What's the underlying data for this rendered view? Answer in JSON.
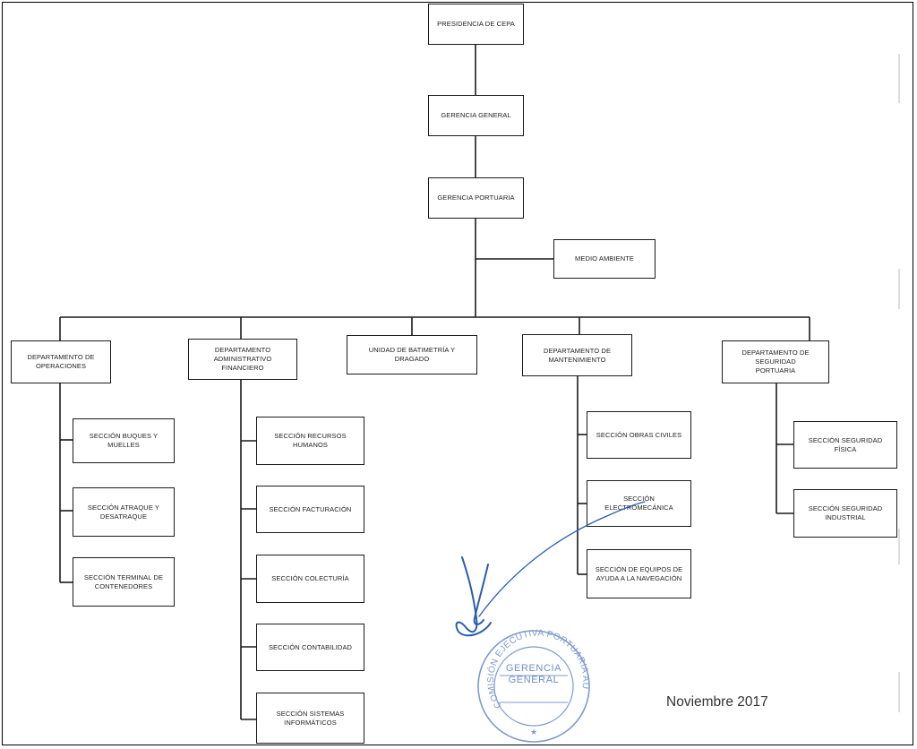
{
  "chart": {
    "presidencia": "PRESIDENCIA DE CEPA",
    "gerencia_general": "GERENCIA GENERAL",
    "gerencia_portuaria": "GERENCIA PORTUARIA",
    "medio_ambiente": "MEDIO AMBIENTE",
    "departments": [
      {
        "title": "DEPARTAMENTO DE\nOPERACIONES",
        "sections": [
          "SECCIÓN BUQUES Y MUELLES",
          "SECCIÓN ATRAQUE Y\nDESATRAQUE",
          "SECCIÓN TERMINAL DE\nCONTENEDORES"
        ]
      },
      {
        "title": "DEPARTAMENTO\nADMINISTRATIVO FINANCIERO",
        "sections": [
          "SECCIÓN RECURSOS HUMANOS",
          "SECCIÓN FACTURACIÓN",
          "SECCIÓN COLECTURÍA",
          "SECCIÓN CONTABILIDAD",
          "SECCIÓN SISTEMAS\nINFORMÁTICOS"
        ]
      },
      {
        "title": "UNIDAD DE BATIMETRÍA Y DRAGADO",
        "sections": []
      },
      {
        "title": "DEPARTAMENTO DE\nMANTENIMIENTO",
        "sections": [
          "SECCIÓN OBRAS CIVILES",
          "SECCIÓN ELECTROMECÁNICA",
          "SECCIÓN DE EQUIPOS DE\nAYUDA A LA NAVEGACIÓN"
        ]
      },
      {
        "title": "DEPARTAMENTO DE SEGURIDAD\nPORTUARIA",
        "sections": [
          "SECCIÓN SEGURIDAD FÍSICA",
          "SECCIÓN SEGURIDAD\nINDUSTRIAL"
        ]
      }
    ]
  },
  "seal": {
    "ring_text": "COMISIÓN EJECUTIVA PORTUARIA AUTÓNOMA",
    "center_line1": "GERENCIA",
    "center_line2": "GENERAL",
    "color": "#6f8fc4"
  },
  "footer": {
    "date": "Noviembre 2017"
  }
}
